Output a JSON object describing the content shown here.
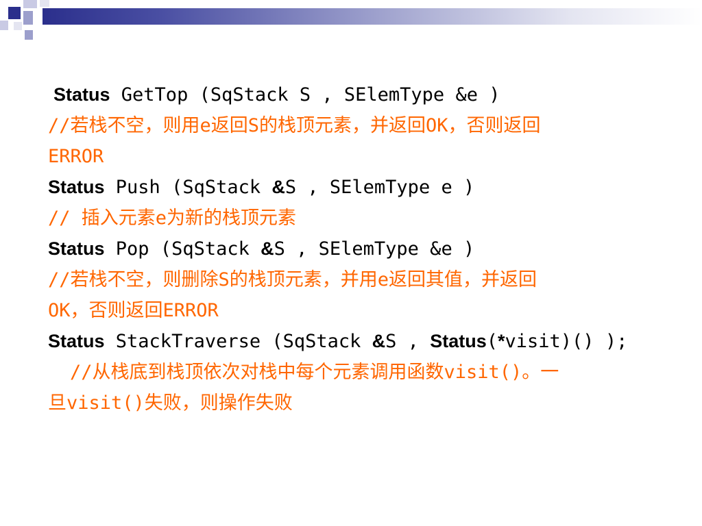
{
  "colors": {
    "comment": "#ff6600",
    "code": "#000000",
    "header_band_dark": "#2b2f8c"
  },
  "lines": {
    "l1": {
      "kw": "Status",
      "text": " GetTop (SqStack S , SElemType &e )"
    },
    "l2": "//若栈不空，则用e返回S的栈顶元素，并返回OK，否则返回",
    "l3": "ERROR",
    "l4": {
      "kw": "Status",
      "text": " Push (SqStack ",
      "amp": "&",
      "text2": "S , SElemType e )"
    },
    "l5": "// 插入元素e为新的栈顶元素",
    "l6": {
      "kw": "Status",
      "text": " Pop (SqStack ",
      "amp": "&",
      "text2": "S , SElemType &e )"
    },
    "l7": "//若栈不空，则删除S的栈顶元素，并用e返回其值，并返回",
    "l8": "OK，否则返回ERROR",
    "l9": {
      "kw": "Status",
      "text": " StackTraverse (SqStack ",
      "amp": "&",
      "text2": "S , ",
      "kw2": "Status",
      "paren": "(",
      "star": "*",
      "text3": "visit)() );"
    },
    "l10": "//从栈底到栈顶依次对栈中每个元素调用函数visit()。一",
    "l11": "旦visit()失败，则操作失败"
  }
}
